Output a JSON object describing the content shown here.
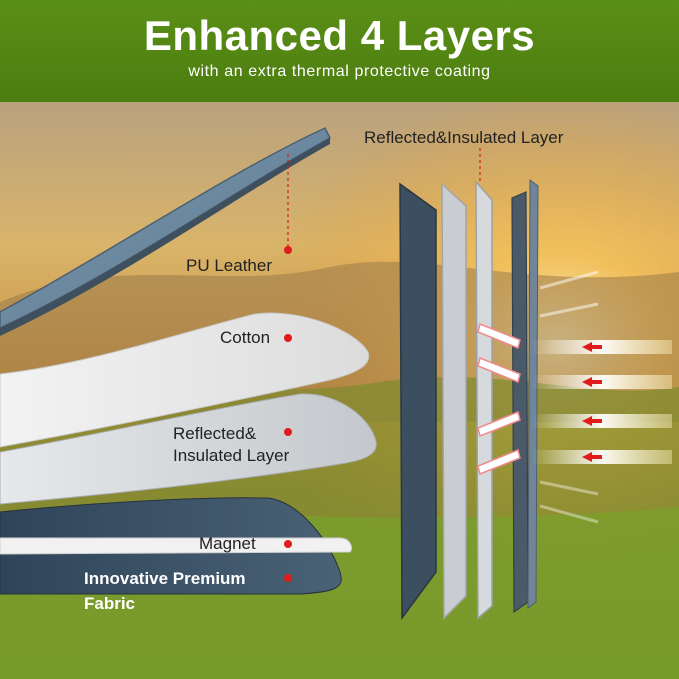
{
  "header": {
    "title": "Enhanced 4 Layers",
    "subtitle": "with an extra thermal protective coating"
  },
  "callouts": {
    "pu_leather": "PU Leather",
    "cotton": "Cotton",
    "reflected_line1": "Reflected&",
    "reflected_line2": "Insulated Layer",
    "magnet": "Magnet",
    "fabric_line1": "Innovative Premium",
    "fabric_line2": "Fabric",
    "side_reflected": "Reflected&Insulated Layer"
  },
  "colors": {
    "banner": "#4e8012",
    "dot": "#e01b1b",
    "leather": "#6f8ca3",
    "cotton": "#eeeeee",
    "reflective": "#d9dcdf",
    "fabric": "#3b5266",
    "arrow": "#e01b1b"
  }
}
